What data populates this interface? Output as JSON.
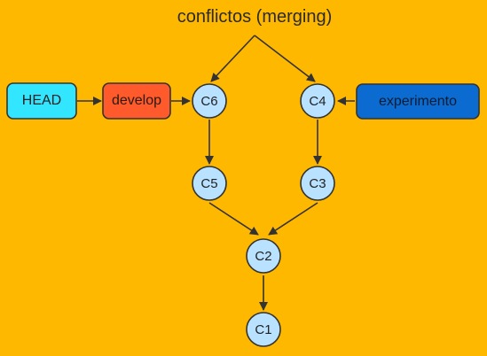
{
  "title": "conflictos (merging)",
  "refs": {
    "head": "HEAD",
    "develop": "develop",
    "experimento": "experimento"
  },
  "commits": {
    "c1": "C1",
    "c2": "C2",
    "c3": "C3",
    "c4": "C4",
    "c5": "C5",
    "c6": "C6"
  },
  "colors": {
    "background": "#FFB800",
    "head_fill": "#33E6FF",
    "develop_fill": "#FF5A2B",
    "experimento_fill": "#0B6BD0",
    "commit_fill": "#B8E2FF",
    "stroke": "#333333"
  }
}
